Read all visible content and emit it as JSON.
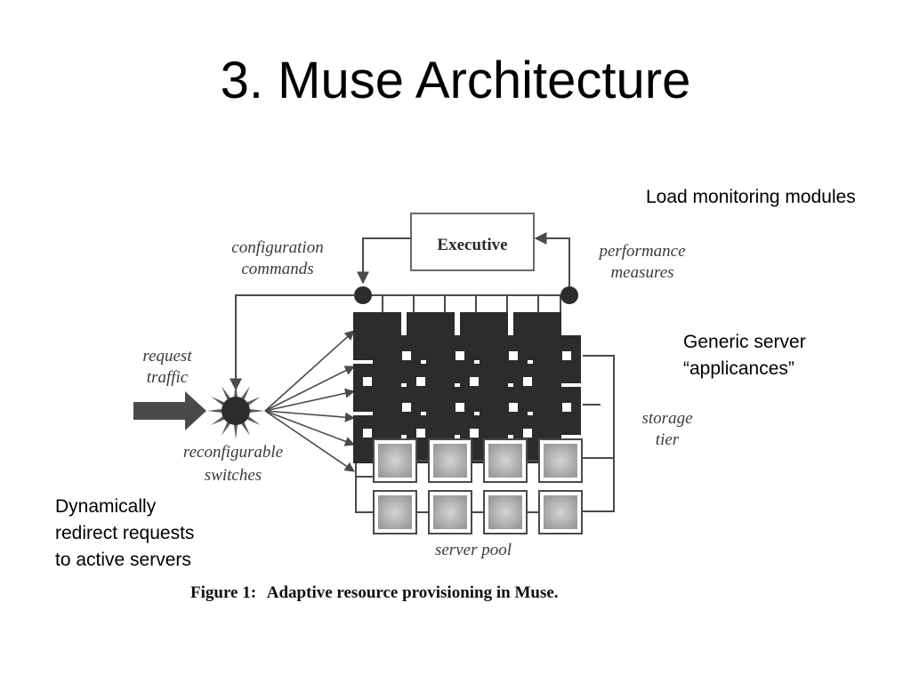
{
  "slide": {
    "title": "3. Muse Architecture"
  },
  "annotations": {
    "load_monitoring": "Load monitoring modules",
    "generic_server": [
      "Generic server",
      "“applicances”"
    ],
    "dynamically_redirect": [
      "Dynamically",
      "redirect requests",
      "to active servers"
    ]
  },
  "figure": {
    "executive": "Executive",
    "configuration_commands": [
      "configuration",
      "commands"
    ],
    "performance_measures": [
      "performance",
      "measures"
    ],
    "request_traffic": [
      "request",
      "traffic"
    ],
    "reconfigurable_switches": [
      "reconfigurable",
      "switches"
    ],
    "storage_tier": [
      "storage",
      "tier"
    ],
    "server_pool": "server pool",
    "caption_prefix": "Figure 1:",
    "caption_text": "Adaptive resource provisioning in Muse."
  },
  "colors": {
    "dark_server": "#2c2c2c",
    "light_server": "#b8b8b8",
    "line": "#4a4a4a"
  }
}
